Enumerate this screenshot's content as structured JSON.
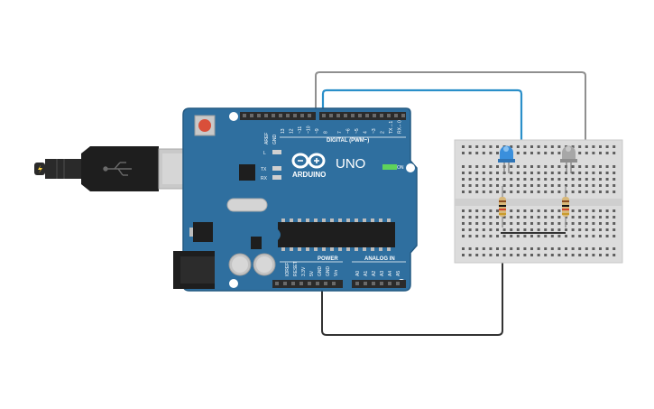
{
  "board": {
    "brand": "ARDUINO",
    "model": "UNO",
    "digital_header": "DIGITAL (PWM~)",
    "power_header": "POWER",
    "analog_header": "ANALOG IN",
    "on_label": "ON",
    "led_labels": [
      "L",
      "TX",
      "RX"
    ],
    "aref_label": "AREF",
    "gnd_label": "GND",
    "digital_pins": [
      "13",
      "12",
      "~11",
      "~10",
      "~9",
      "8",
      "7",
      "~6",
      "~5",
      "4",
      "~3",
      "2",
      "TX→1",
      "RX←0"
    ],
    "power_pins": [
      "IOREF",
      "RESET",
      "3.3V",
      "5V",
      "GND",
      "GND",
      "Vin"
    ],
    "analog_pins": [
      "A0",
      "A1",
      "A2",
      "A3",
      "A4",
      "A5"
    ],
    "colors": {
      "board": "#2f6f9f",
      "board_edge": "#245a82",
      "header": "#2b2b2b",
      "chip": "#1e1e1e"
    }
  },
  "circuit": {
    "wire_colors": {
      "blue": "#2a8fc9",
      "gray": "#8f8f8f",
      "black": "#333333"
    },
    "leds": [
      {
        "color": "#3a8fdc",
        "lit": true
      },
      {
        "color": "#a7a7a7",
        "lit": false
      }
    ],
    "resistor_color": "#d8b87a"
  }
}
